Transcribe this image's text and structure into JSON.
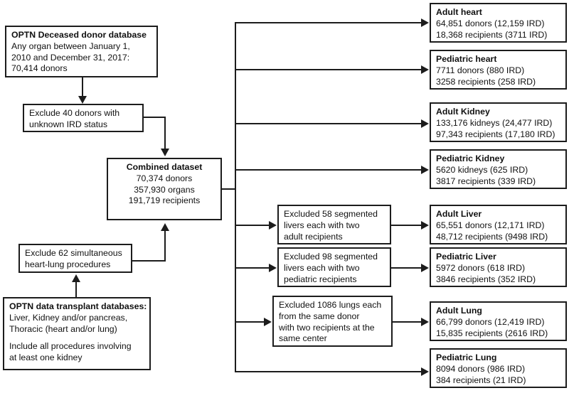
{
  "diagram": {
    "title": "OPTN deceased donor and transplant recipient cohort flow diagram",
    "line_color": "#1c1c1c",
    "background": "#ffffff"
  },
  "source_boxes": {
    "donor_database": {
      "header": "OPTN Deceased donor database",
      "line1": "Any organ between January 1,",
      "line2": "2010 and December 31, 2017:",
      "line3": "70,414 donors"
    },
    "transplant_databases": {
      "header": "OPTN data transplant databases:",
      "line1": "Liver, Kidney and/or pancreas,",
      "line2": "Thoracic (heart and/or lung)",
      "line3": "Include all procedures involving",
      "line4": "at least one kidney"
    }
  },
  "exclusions": {
    "unknown_ird": {
      "line1": "Exclude 40 donors with",
      "line2": "unknown IRD status"
    },
    "heart_lung": {
      "line1": "Exclude 62 simultaneous",
      "line2": "heart-lung procedures"
    },
    "adult_liver_segmented": {
      "line1": "Excluded 58 segmented",
      "line2": "livers each with two",
      "line3": "adult recipients"
    },
    "pediatric_liver_segmented": {
      "line1": "Excluded 98 segmented",
      "line2": "livers each with two",
      "line3": "pediatric recipients"
    },
    "lungs_same_donor": {
      "line1": "Excluded 1086 lungs each",
      "line2": "from the same donor",
      "line3": "with two recipients at the",
      "line4": "same center"
    }
  },
  "combined_dataset": {
    "header": "Combined dataset",
    "line1": "70,374 donors",
    "line2": "357,930 organs",
    "line3": "191,719 recipients"
  },
  "outcomes": [
    {
      "id": "adult-heart",
      "header": "Adult heart",
      "donors_line": "64,851 donors (12,159 IRD)",
      "recipients_line": "18,368 recipients (3711 IRD)"
    },
    {
      "id": "pediatric-heart",
      "header": "Pediatric heart",
      "donors_line": "7711 donors (880 IRD)",
      "recipients_line": "3258 recipients (258 IRD)"
    },
    {
      "id": "adult-kidney",
      "header": "Adult Kidney",
      "donors_line": "133,176 kidneys (24,477 IRD)",
      "recipients_line": "97,343 recipients (17,180 IRD)"
    },
    {
      "id": "pediatric-kidney",
      "header": "Pediatric Kidney",
      "donors_line": "5620 kidneys   (625 IRD)",
      "recipients_line": "3817 recipients (339 IRD)"
    },
    {
      "id": "adult-liver",
      "header": "Adult Liver",
      "donors_line": "65,551 donors (12,171 IRD)",
      "recipients_line": "48,712 recipients (9498 IRD)"
    },
    {
      "id": "pediatric-liver",
      "header": "Pediatric Liver",
      "donors_line": "5972 donors (618 IRD)",
      "recipients_line": "3846 recipients (352 IRD)"
    },
    {
      "id": "adult-lung",
      "header": "Adult Lung",
      "donors_line": "66,799 donors (12,419 IRD)",
      "recipients_line": "15,835 recipients (2616 IRD)"
    },
    {
      "id": "pediatric-lung",
      "header": "Pediatric Lung",
      "donors_line": "8094 donors (986 IRD)",
      "recipients_line": "384 recipients (21 IRD)"
    }
  ]
}
